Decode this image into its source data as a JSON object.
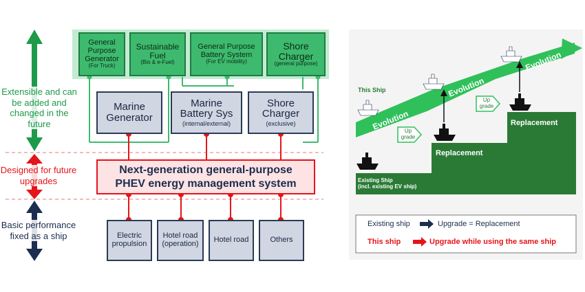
{
  "left": {
    "side_labels": {
      "extensible": "Extensible and can be added and changed in the future",
      "designed": "Designed for future upgrades",
      "basic": "Basic performance fixed as a ship"
    },
    "top_modules": [
      {
        "title": "General Purpose Generator",
        "sub": "(For Truck)"
      },
      {
        "title": "Sustainable Fuel",
        "sub": "(Bio & e-Fuel)"
      },
      {
        "title": "General Purpose Battery System",
        "sub": "(For EV mobility)"
      },
      {
        "title": "Shore Charger",
        "sub": "(general purpose)"
      }
    ],
    "mid_modules": [
      {
        "title": "Marine Generator",
        "sub": ""
      },
      {
        "title": "Marine Battery Sys",
        "sub": "(internal/external)"
      },
      {
        "title": "Shore Charger",
        "sub": "(exclusive)"
      }
    ],
    "core": {
      "line1": "Next-generation general-purpose",
      "line2": "PHEV energy management system"
    },
    "bottom_modules": [
      "Electric propulsion",
      "Hotel road (operation)",
      "Hotel road",
      "Others"
    ]
  },
  "right": {
    "this_ship": "This Ship",
    "evolution": [
      "Evolution",
      "Evolution",
      "Evolution"
    ],
    "upgrade": [
      "Up grade",
      "Up grade"
    ],
    "replacement": [
      "Replacement",
      "Replacement"
    ],
    "existing_ship": "Existing Ship",
    "existing_ship_sub": "(incl. existing EV ship)",
    "legend": {
      "row1_label": "Existing ship",
      "row1_text": "Upgrade = Replacement",
      "row2_label": "This ship",
      "row2_text": "Upgrade while using the same ship"
    },
    "colors": {
      "dark_green": "#2a7a36",
      "bright_green": "#2fc05a",
      "red": "#e5141a",
      "navy": "#1c2d4f"
    }
  }
}
